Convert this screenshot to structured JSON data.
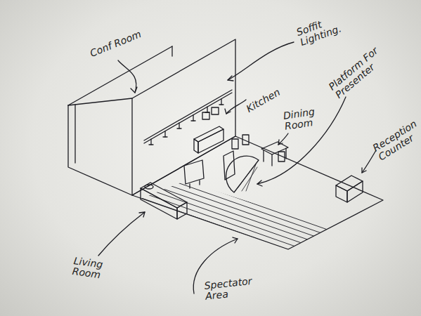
{
  "diagram": {
    "labels": [
      "Conf Room",
      "Soffit Lighting.",
      "Kitchen",
      "Platform For Presenter",
      "Dining Room",
      "Reception Counter",
      "Living Room",
      "Spectator Area"
    ]
  }
}
